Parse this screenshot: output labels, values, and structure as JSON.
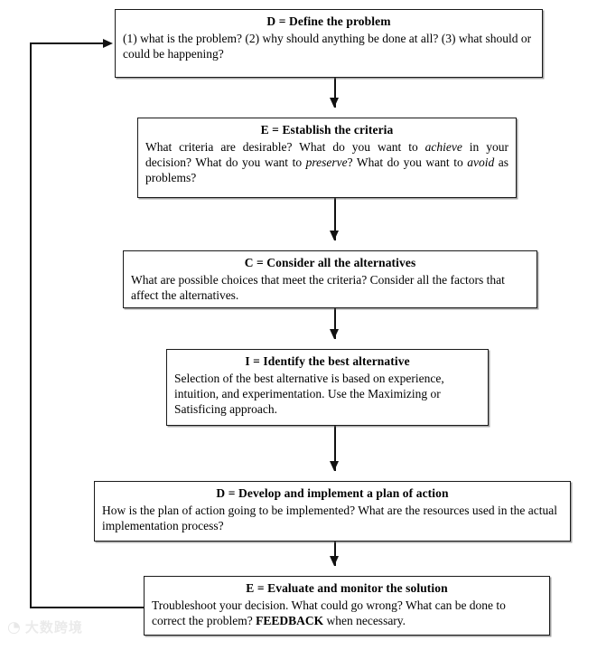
{
  "diagram": {
    "title": "DECIDE decision-making model flowchart",
    "nodes": [
      {
        "id": "define",
        "title": "D = Define the problem",
        "body": "(1) what is the problem? (2) why should anything be done at all? (3) what should or could be happening?"
      },
      {
        "id": "establish",
        "title": "E = Establish the criteria",
        "body_prefix": "What criteria are desirable? What do you want to ",
        "body_italic_1": "achieve",
        "body_mid_1": " in your decision? What do you want to ",
        "body_italic_2": "preserve",
        "body_mid_2": "? What do you want to ",
        "body_italic_3": "avoid",
        "body_suffix": " as problems?"
      },
      {
        "id": "consider",
        "title": "C = Consider all the alternatives",
        "body": "What are possible choices that meet the criteria? Consider all the factors that affect the alternatives."
      },
      {
        "id": "identify",
        "title": "I = Identify the best alternative",
        "body": "Selection of the best alternative is based on experience, intuition, and experimentation. Use the Maximizing or Satisficing approach."
      },
      {
        "id": "develop",
        "title": "D = Develop and implement a plan of action",
        "body": "How is the plan of action going to be implemented?  What are the resources used in the actual implementation process?"
      },
      {
        "id": "evaluate",
        "title": "E = Evaluate and monitor the solution",
        "body_prefix": "Troubleshoot your decision. What could go wrong? What can be done to correct the problem?  ",
        "body_bold": "FEEDBACK",
        "body_suffix": " when necessary."
      }
    ],
    "connectors": [
      {
        "id": "define-to-establish",
        "from": "define",
        "to": "establish",
        "kind": "arrow-down"
      },
      {
        "id": "establish-to-consider",
        "from": "establish",
        "to": "consider",
        "kind": "arrow-down"
      },
      {
        "id": "consider-to-identify",
        "from": "consider",
        "to": "identify",
        "kind": "arrow-down"
      },
      {
        "id": "identify-to-develop",
        "from": "identify",
        "to": "develop",
        "kind": "arrow-down"
      },
      {
        "id": "develop-to-evaluate",
        "from": "develop",
        "to": "evaluate",
        "kind": "arrow-down"
      },
      {
        "id": "evaluate-to-define",
        "from": "evaluate",
        "to": "define",
        "kind": "feedback-loop"
      }
    ],
    "colors": {
      "line": "#111111",
      "border": "#1a1a1a",
      "background": "#ffffff",
      "text": "#000000"
    }
  },
  "watermark": {
    "mark": "◔",
    "text": "大数跨境"
  }
}
